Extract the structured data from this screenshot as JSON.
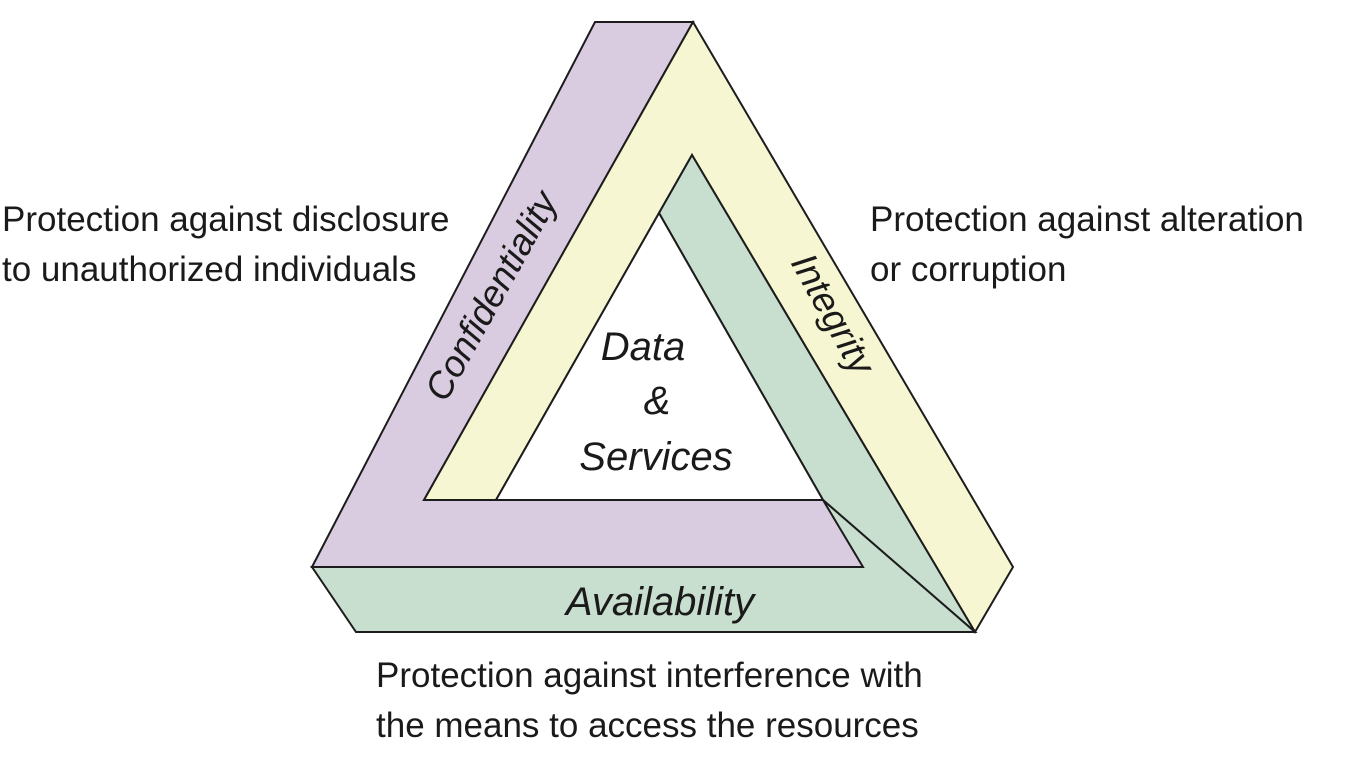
{
  "diagram": {
    "center_label": {
      "line1": "Data",
      "line2": "&",
      "line3": "Services"
    },
    "bands": {
      "confidentiality": {
        "label": "Confidentiality",
        "color": "#d9cce0"
      },
      "integrity": {
        "label": "Integrity",
        "color": "#f7f6d2"
      },
      "availability": {
        "label": "Availability",
        "color": "#c8dfd0"
      }
    },
    "captions": {
      "confidentiality": {
        "line1": "Protection against disclosure",
        "line2": "to unauthorized individuals"
      },
      "integrity": {
        "line1": "Protection against alteration",
        "line2": "or corruption"
      },
      "availability": {
        "line1": "Protection against interference with",
        "line2": "the means to access the resources"
      }
    }
  }
}
